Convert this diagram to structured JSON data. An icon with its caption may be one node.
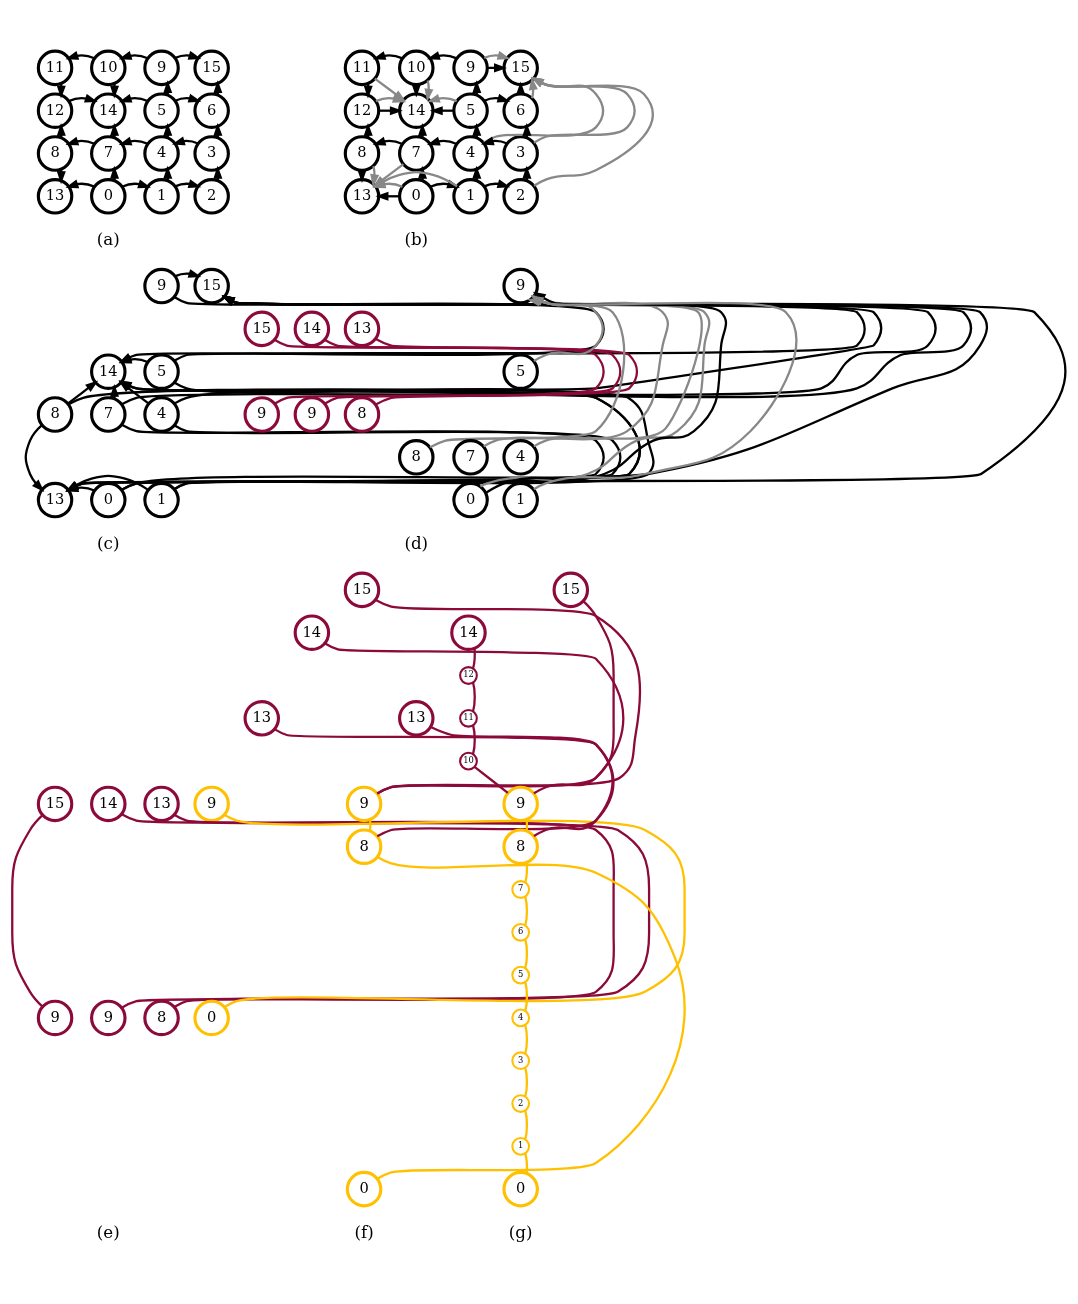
{
  "diagram": {
    "nodes": [
      {
        "text": [
          "11"
        ]
      },
      {
        "text": [
          "10"
        ]
      },
      {
        "text": [
          "9"
        ]
      },
      {
        "text": [
          "15"
        ]
      },
      {
        "text": [
          "12"
        ]
      },
      {
        "text": [
          "14"
        ]
      },
      {
        "text": [
          "5"
        ]
      },
      {
        "text": [
          "6"
        ]
      },
      {
        "text": [
          "8"
        ]
      },
      {
        "text": [
          "7"
        ]
      },
      {
        "text": [
          "4"
        ]
      },
      {
        "text": [
          "3"
        ]
      },
      {
        "text": [
          "13"
        ]
      },
      {
        "text": [
          "0"
        ]
      },
      {
        "text": [
          "1"
        ]
      },
      {
        "text": [
          "2"
        ]
      },
      {
        "text": [
          "11"
        ]
      },
      {
        "text": [
          "10"
        ]
      },
      {
        "text": [
          "9"
        ]
      },
      {
        "text": [
          "15"
        ]
      },
      {
        "text": [
          "12"
        ]
      },
      {
        "text": [
          "14"
        ]
      },
      {
        "text": [
          "5"
        ]
      },
      {
        "text": [
          "6"
        ]
      },
      {
        "text": [
          "8"
        ]
      },
      {
        "text": [
          "7"
        ]
      },
      {
        "text": [
          "4"
        ]
      },
      {
        "text": [
          "3"
        ]
      },
      {
        "text": [
          "13"
        ]
      },
      {
        "text": [
          "0"
        ]
      },
      {
        "text": [
          "1"
        ]
      },
      {
        "text": [
          "2"
        ]
      },
      {
        "text": [
          "9"
        ]
      },
      {
        "text": [
          "15"
        ]
      },
      {
        "text": [
          "14"
        ]
      },
      {
        "text": [
          "5"
        ]
      },
      {
        "text": [
          "8"
        ]
      },
      {
        "text": [
          "7"
        ]
      },
      {
        "text": [
          "4"
        ]
      },
      {
        "text": [
          "13"
        ]
      },
      {
        "text": [
          "0"
        ]
      },
      {
        "text": [
          "1"
        ]
      },
      {
        "text": [
          "9"
        ]
      },
      {
        "text": [
          "15"
        ]
      },
      {
        "text": [
          "14"
        ]
      },
      {
        "text": [
          "13"
        ]
      },
      {
        "text": [
          "5"
        ]
      },
      {
        "text": [
          "9"
        ]
      },
      {
        "text": [
          "9"
        ]
      },
      {
        "text": [
          "8"
        ]
      },
      {
        "text": [
          "8"
        ]
      },
      {
        "text": [
          "7"
        ]
      },
      {
        "text": [
          "4"
        ]
      },
      {
        "text": [
          "0"
        ]
      },
      {
        "text": [
          "1"
        ]
      },
      {
        "text": [
          "15"
        ]
      },
      {
        "text": [
          "14"
        ]
      },
      {
        "text": [
          "13"
        ]
      },
      {
        "text": [
          "9"
        ]
      },
      {
        "text": [
          "9"
        ]
      },
      {
        "text": [
          "9"
        ]
      },
      {
        "text": [
          "8"
        ]
      },
      {
        "text": [
          "0"
        ]
      },
      {
        "text": [
          "15"
        ]
      },
      {
        "text": [
          "14"
        ]
      },
      {
        "text": [
          "13"
        ]
      },
      {
        "text": [
          "9"
        ]
      },
      {
        "text": [
          "8"
        ]
      },
      {
        "text": [
          "0"
        ]
      },
      {
        "text": [
          "15"
        ]
      },
      {
        "text": [
          "14"
        ]
      },
      {
        "text": [
          "12"
        ]
      },
      {
        "text": [
          "13"
        ]
      },
      {
        "text": [
          "11"
        ]
      },
      {
        "text": [
          "10"
        ]
      },
      {
        "text": [
          "9"
        ]
      },
      {
        "text": [
          "8"
        ]
      },
      {
        "text": [
          "7"
        ]
      },
      {
        "text": [
          "6"
        ]
      },
      {
        "text": [
          "5"
        ]
      },
      {
        "text": [
          "4"
        ]
      },
      {
        "text": [
          "3"
        ]
      },
      {
        "text": [
          "2"
        ]
      },
      {
        "text": [
          "1"
        ]
      },
      {
        "text": [
          "0"
        ]
      }
    ],
    "edges": [
      {
        "from": 1,
        "to": 0,
        "arrow": "to"
      },
      {
        "from": 2,
        "to": 1,
        "arrow": "to"
      },
      {
        "from": 2,
        "to": 3,
        "arrow": "to"
      },
      {
        "from": 0,
        "to": 4,
        "arrow": "to"
      },
      {
        "from": 1,
        "to": 5,
        "arrow": "to"
      },
      {
        "from": 6,
        "to": 2,
        "arrow": "to"
      },
      {
        "from": 7,
        "to": 3,
        "arrow": "to"
      },
      {
        "from": 4,
        "to": 5,
        "arrow": "to"
      },
      {
        "from": 6,
        "to": 5,
        "arrow": "to"
      },
      {
        "from": 6,
        "to": 7,
        "arrow": "to"
      },
      {
        "from": 8,
        "to": 4,
        "arrow": "to"
      },
      {
        "from": 9,
        "to": 5,
        "arrow": "to"
      },
      {
        "from": 10,
        "to": 6,
        "arrow": "to"
      },
      {
        "from": 11,
        "to": 7,
        "arrow": "to"
      },
      {
        "from": 9,
        "to": 8,
        "arrow": "to"
      },
      {
        "from": 10,
        "to": 9,
        "arrow": "to"
      },
      {
        "from": 11,
        "to": 10,
        "arrow": "to"
      },
      {
        "from": 8,
        "to": 12,
        "arrow": "to"
      },
      {
        "from": 13,
        "to": 9,
        "arrow": "to"
      },
      {
        "from": 14,
        "to": 10,
        "arrow": "to"
      },
      {
        "from": 15,
        "to": 11,
        "arrow": "to"
      },
      {
        "from": 13,
        "to": 12,
        "arrow": "to"
      },
      {
        "from": 13,
        "to": 14,
        "arrow": "to"
      },
      {
        "from": 14,
        "to": 15,
        "arrow": "to"
      },
      {
        "from": 17,
        "to": 16,
        "arrow": "to"
      },
      {
        "from": 18,
        "to": 17,
        "arrow": "to"
      },
      {
        "from": 18,
        "to": 19,
        "arrow": "to"
      },
      {
        "from": 16,
        "to": 20,
        "arrow": "to"
      },
      {
        "from": 17,
        "to": 21,
        "arrow": "to"
      },
      {
        "from": 22,
        "to": 18,
        "arrow": "to"
      },
      {
        "from": 23,
        "to": 19,
        "arrow": "to"
      },
      {
        "from": 20,
        "to": 21,
        "arrow": "to"
      },
      {
        "from": 22,
        "to": 21,
        "arrow": "to"
      },
      {
        "from": 22,
        "to": 23,
        "arrow": "to"
      },
      {
        "from": 24,
        "to": 20,
        "arrow": "to"
      },
      {
        "from": 25,
        "to": 21,
        "arrow": "to"
      },
      {
        "from": 26,
        "to": 22,
        "arrow": "to"
      },
      {
        "from": 27,
        "to": 23,
        "arrow": "to"
      },
      {
        "from": 25,
        "to": 24,
        "arrow": "to"
      },
      {
        "from": 26,
        "to": 25,
        "arrow": "to"
      },
      {
        "from": 27,
        "to": 26,
        "arrow": "to"
      },
      {
        "from": 24,
        "to": 28,
        "arrow": "to"
      },
      {
        "from": 29,
        "to": 25,
        "arrow": "to"
      },
      {
        "from": 30,
        "to": 26,
        "arrow": "to"
      },
      {
        "from": 31,
        "to": 27,
        "arrow": "to"
      },
      {
        "from": 29,
        "to": 28,
        "arrow": "to"
      },
      {
        "from": 29,
        "to": 30,
        "arrow": "to"
      },
      {
        "from": 30,
        "to": 31,
        "arrow": "to"
      },
      {
        "from": 18,
        "to": 19,
        "arrow": "to",
        "color": "#888888"
      },
      {
        "from": 16,
        "to": 21,
        "arrow": "to",
        "color": "#888888"
      },
      {
        "from": 17,
        "to": 21,
        "arrow": "to",
        "color": "#888888"
      },
      {
        "from": 20,
        "to": 21,
        "arrow": "to",
        "color": "#888888"
      },
      {
        "from": 22,
        "to": 21,
        "arrow": "to",
        "color": "#888888"
      },
      {
        "from": 23,
        "to": 19,
        "arrow": "to",
        "color": "#888888"
      },
      {
        "from": 26,
        "to": 19,
        "arrow": "to",
        "color": "#888888"
      },
      {
        "from": 27,
        "to": 19,
        "arrow": "to",
        "color": "#888888"
      },
      {
        "from": 31,
        "to": 19,
        "arrow": "to",
        "color": "#888888"
      },
      {
        "from": 24,
        "to": 28,
        "arrow": "to",
        "color": "#888888"
      },
      {
        "from": 25,
        "to": 28,
        "arrow": "to",
        "color": "#888888"
      },
      {
        "from": 29,
        "to": 28,
        "arrow": "to",
        "color": "#888888"
      },
      {
        "from": 30,
        "to": 28,
        "arrow": "to",
        "color": "#888888"
      },
      {
        "from": 32,
        "to": 33,
        "arrow": "to"
      },
      {
        "from": 32,
        "to": 34,
        "arrow": "to"
      },
      {
        "from": 35,
        "to": 34,
        "arrow": "to"
      },
      {
        "from": 35,
        "to": 33,
        "arrow": "to"
      },
      {
        "from": 35,
        "to": 39,
        "arrow": "to"
      },
      {
        "from": 36,
        "to": 34,
        "arrow": "to"
      },
      {
        "from": 36,
        "to": 33,
        "arrow": "to"
      },
      {
        "from": 36,
        "to": 39,
        "arrow": "to"
      },
      {
        "from": 37,
        "to": 34,
        "arrow": "to"
      },
      {
        "from": 37,
        "to": 33,
        "arrow": "to"
      },
      {
        "from": 37,
        "to": 39,
        "arrow": "to"
      },
      {
        "from": 38,
        "to": 34,
        "arrow": "to"
      },
      {
        "from": 38,
        "to": 33,
        "arrow": "to"
      },
      {
        "from": 38,
        "to": 39,
        "arrow": "to"
      },
      {
        "from": 40,
        "to": 34,
        "arrow": "to"
      },
      {
        "from": 40,
        "to": 33,
        "arrow": "to"
      },
      {
        "from": 40,
        "to": 39,
        "arrow": "to"
      },
      {
        "from": 41,
        "to": 34,
        "arrow": "to"
      },
      {
        "from": 41,
        "to": 33,
        "arrow": "to"
      },
      {
        "from": 41,
        "to": 39,
        "arrow": "to"
      },
      {
        "from": 43,
        "to": 47,
        "arrow": "none",
        "color": "#8b0a3a"
      },
      {
        "from": 44,
        "to": 48,
        "arrow": "none",
        "color": "#8b0a3a"
      },
      {
        "from": 45,
        "to": 49,
        "arrow": "none",
        "color": "#8b0a3a"
      },
      {
        "from": 50,
        "to": 42,
        "arrow": "to",
        "color": "#888888"
      },
      {
        "from": 53,
        "to": 42,
        "arrow": "to",
        "color": "#888888"
      },
      {
        "from": 51,
        "to": 42,
        "arrow": "to",
        "color": "#888888"
      },
      {
        "from": 46,
        "to": 42,
        "arrow": "to",
        "color": "#888888"
      },
      {
        "from": 52,
        "to": 42,
        "arrow": "to",
        "color": "#888888"
      },
      {
        "from": 54,
        "to": 42,
        "arrow": "to",
        "color": "#888888"
      },
      {
        "from": 53,
        "to": 42,
        "arrow": "to"
      },
      {
        "from": 55,
        "to": 59,
        "arrow": "none",
        "color": "#8b0a3a"
      },
      {
        "from": 56,
        "to": 60,
        "arrow": "none",
        "color": "#8b0a3a"
      },
      {
        "from": 57,
        "to": 61,
        "arrow": "none",
        "color": "#8b0a3a"
      },
      {
        "from": 58,
        "to": 62,
        "arrow": "none",
        "color": "#ffc000"
      },
      {
        "from": 64,
        "to": 66,
        "arrow": "none",
        "color": "#8b0a3a"
      },
      {
        "from": 63,
        "to": 66,
        "arrow": "none",
        "color": "#8b0a3a"
      },
      {
        "from": 65,
        "to": 67,
        "arrow": "none",
        "color": "#8b0a3a"
      },
      {
        "from": 66,
        "to": 67,
        "arrow": "none",
        "color": "#ffc000"
      },
      {
        "from": 67,
        "to": 68,
        "arrow": "none",
        "color": "#ffc000"
      },
      {
        "from": 70,
        "to": 71,
        "arrow": "none",
        "color": "#8b0a3a"
      },
      {
        "from": 71,
        "to": 73,
        "arrow": "none",
        "color": "#8b0a3a"
      },
      {
        "from": 73,
        "to": 74,
        "arrow": "none",
        "color": "#8b0a3a"
      },
      {
        "from": 74,
        "to": 75,
        "arrow": "none",
        "color": "#8b0a3a"
      },
      {
        "from": 69,
        "to": 75,
        "arrow": "none",
        "color": "#8b0a3a"
      },
      {
        "from": 72,
        "to": 76,
        "arrow": "none",
        "color": "#8b0a3a"
      },
      {
        "from": 75,
        "to": 76,
        "arrow": "none",
        "color": "#ffc000"
      },
      {
        "from": 76,
        "to": 77,
        "arrow": "none",
        "color": "#ffc000"
      },
      {
        "from": 77,
        "to": 78,
        "arrow": "none",
        "color": "#ffc000"
      },
      {
        "from": 78,
        "to": 79,
        "arrow": "none",
        "color": "#ffc000"
      },
      {
        "from": 79,
        "to": 80,
        "arrow": "none",
        "color": "#ffc000"
      },
      {
        "from": 80,
        "to": 81,
        "arrow": "none",
        "color": "#ffc000"
      },
      {
        "from": 81,
        "to": 82,
        "arrow": "none",
        "color": "#ffc000"
      },
      {
        "from": 82,
        "to": 83,
        "arrow": "none",
        "color": "#ffc000"
      },
      {
        "from": 83,
        "to": 84,
        "arrow": "none",
        "color": "#ffc000"
      }
    ],
    "labels": [
      "(a)",
      "(b)",
      "(c)",
      "(d)",
      "(e)",
      "(f)",
      "(g)"
    ]
  }
}
